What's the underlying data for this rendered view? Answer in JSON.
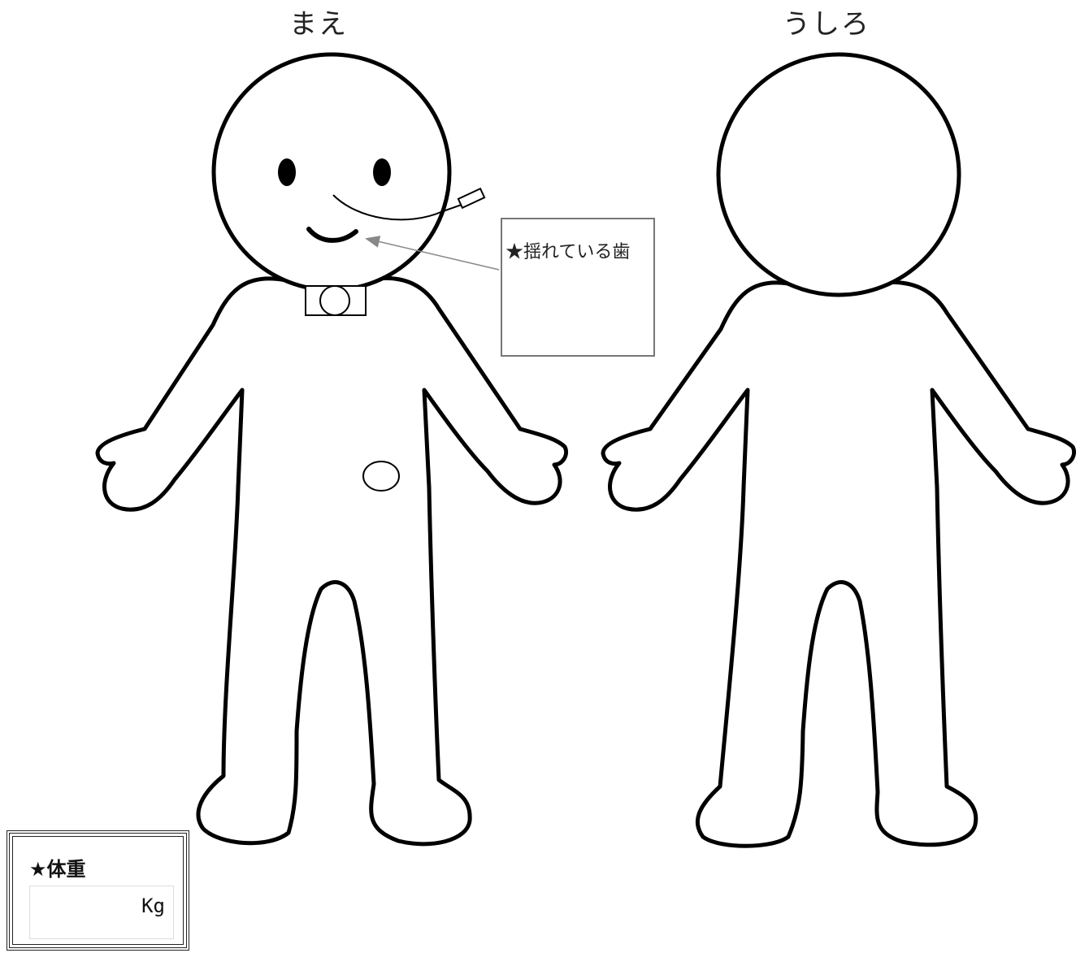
{
  "views": {
    "front": {
      "label": "まえ"
    },
    "back": {
      "label": "うしろ"
    }
  },
  "tooth_note": {
    "label": "★揺れている歯"
  },
  "weight": {
    "label": "★体重",
    "unit": "Kg",
    "value": ""
  },
  "colors": {
    "outline": "#000000",
    "note_border": "#777777",
    "arrow": "#888888"
  }
}
